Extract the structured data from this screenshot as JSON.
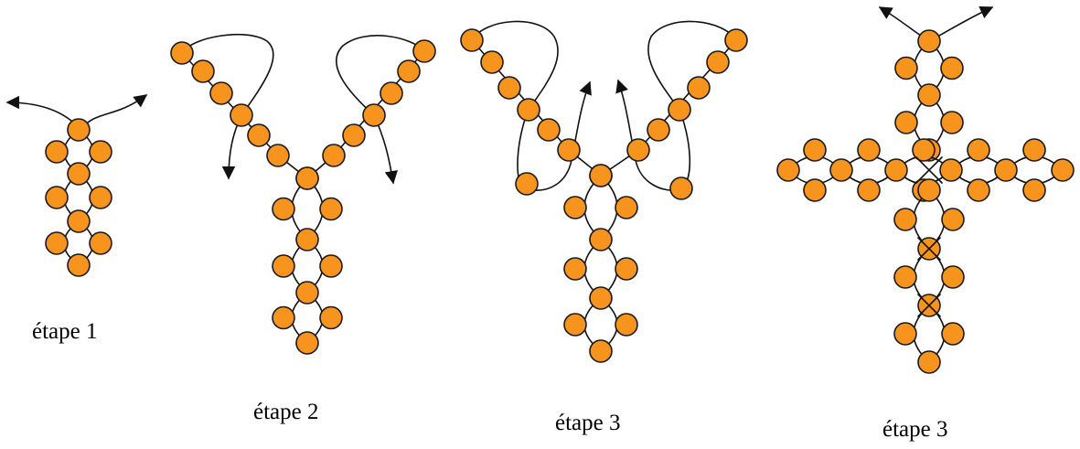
{
  "colors": {
    "bead": "#f7941d",
    "outline": "#1a1a1a",
    "thread": "#111111",
    "background": "#ffffff"
  },
  "captions": {
    "step1": "étape 1",
    "step2": "étape 2",
    "step3a": "étape 3",
    "step3b": "étape 3"
  }
}
